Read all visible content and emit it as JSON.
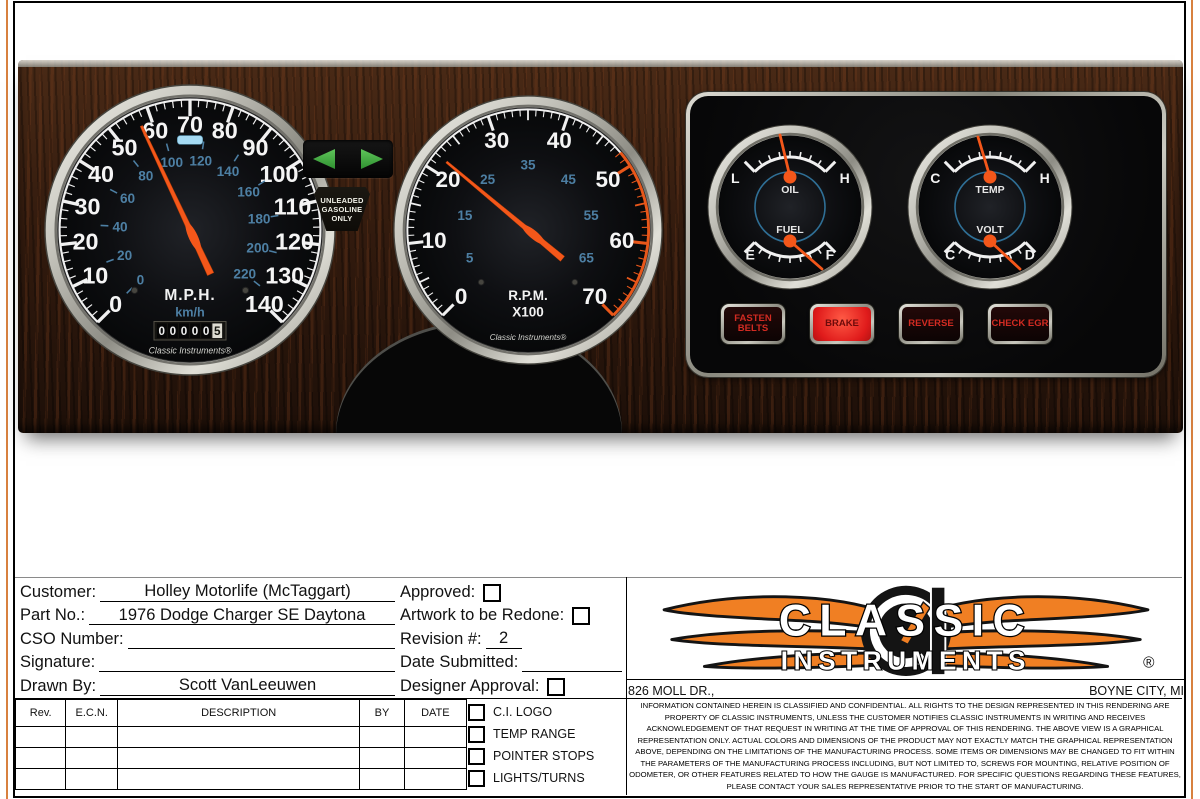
{
  "cluster": {
    "speedometer": {
      "type": "gauge",
      "unit": "M.P.H.",
      "secondary_unit": "km/h",
      "min": 0,
      "max": 140,
      "label_step": 10,
      "minor_step": 2,
      "start_deg": -135,
      "sweep_deg": 270,
      "labels": [
        0,
        10,
        20,
        30,
        40,
        50,
        60,
        70,
        80,
        90,
        100,
        110,
        120,
        130,
        140
      ],
      "kmh_labels": [
        0,
        20,
        40,
        60,
        80,
        100,
        120,
        140,
        160,
        180,
        200,
        220
      ],
      "needle_value": 57,
      "odometer_digits": [
        "0",
        "0",
        "0",
        "0",
        "0",
        "5"
      ],
      "brand": "Classic Instruments",
      "high_beam": "#a5daf3"
    },
    "tachometer": {
      "type": "gauge",
      "unit_line1": "R.P.M.",
      "unit_line2": "X100",
      "min": 0,
      "max": 70,
      "label_step": 10,
      "minor_step": 1,
      "half_step": 5,
      "start_deg": -135,
      "sweep_deg": 270,
      "labels": [
        0,
        10,
        20,
        30,
        40,
        50,
        60,
        70
      ],
      "minor_labels": [
        5,
        15,
        25,
        35,
        45,
        55,
        65
      ],
      "redline_from": 48,
      "needle_value": 22,
      "brand": "Classic Instruments"
    },
    "oil_fuel": {
      "top": {
        "label": "OIL",
        "left": "L",
        "right": "H",
        "needle_tip": [
          -10,
          -72
        ]
      },
      "bottom": {
        "label": "FUEL",
        "left": "E",
        "right": "F",
        "needle_tip": [
          32,
          62
        ]
      }
    },
    "temp_volt": {
      "top": {
        "label": "TEMP",
        "left": "C",
        "right": "H",
        "needle_tip": [
          -12,
          -70
        ]
      },
      "bottom": {
        "label": "VOLT",
        "left": "C",
        "right": "D",
        "needle_tip": [
          30,
          62
        ]
      }
    },
    "fuel_badge": [
      "UNLEADED",
      "GASOLINE",
      "ONLY"
    ],
    "warning_lights": [
      {
        "label": "FASTEN BELTS",
        "lit": false
      },
      {
        "label": "BRAKE",
        "lit": true
      },
      {
        "label": "REVERSE",
        "lit": false
      },
      {
        "label": "CHECK EGR",
        "lit": false
      }
    ],
    "colors": {
      "needle": "#f4571a",
      "scale_blue": "#4d7fa3",
      "redline": "#e8571a",
      "arrow_green": "#4db848",
      "wood_dark": "#1d0f08"
    }
  },
  "title_block": {
    "fields": [
      {
        "label": "Customer:",
        "value": "Holley Motorlife (McTaggart)"
      },
      {
        "label": "Part No.:",
        "value": "1976 Dodge Charger SE Daytona"
      },
      {
        "label": "CSO Number:",
        "value": ""
      },
      {
        "label": "Signature:",
        "value": ""
      },
      {
        "label": "Drawn By:",
        "value": "Scott VanLeeuwen"
      }
    ],
    "approvals": [
      {
        "label": "Approved:",
        "type": "checkbox",
        "checked": false
      },
      {
        "label": "Artwork to be Redone:",
        "type": "checkbox",
        "checked": false
      },
      {
        "label": "Revision #:",
        "value": "2"
      },
      {
        "label": "Date Submitted:",
        "value": ""
      },
      {
        "label": "Designer Approval:",
        "type": "checkbox",
        "checked": false
      }
    ],
    "revision_table": {
      "headers": [
        "Rev.",
        "E.C.N.",
        "DESCRIPTION",
        "BY",
        "DATE"
      ],
      "empty_rows": 3
    },
    "options": [
      "C.I. LOGO",
      "TEMP RANGE",
      "POINTER STOPS",
      "LIGHTS/TURNS"
    ],
    "logo": {
      "word1": "CLASSIC",
      "word2": "INSTRUMENTS",
      "registered": "®"
    },
    "address_left": "826 MOLL DR.,",
    "address_right": "BOYNE CITY, MI",
    "disclaimer": "INFORMATION CONTAINED HEREIN IS CLASSIFIED AND CONFIDENTIAL. ALL RIGHTS TO THE DESIGN REPRESENTED IN THIS RENDERING ARE PROPERTY OF CLASSIC INSTRUMENTS, UNLESS THE CUSTOMER NOTIFIES CLASSIC INSTRUMENTS IN WRITING AND RECEIVES ACKNOWLEDGEMENT OF THAT REQUEST IN WRITING AT THE TIME OF APPROVAL OF THIS RENDERING.  THE ABOVE VIEW IS A GRAPHICAL REPRESENTATION ONLY. ACTUAL COLORS AND DIMENSIONS OF THE PRODUCT MAY NOT EXACTLY MATCH THE GRAPHICAL REPRESENTATION ABOVE, DEPENDING ON THE LIMITATIONS OF THE MANUFACTURING PROCESS. SOME ITEMS OR DIMENSIONS MAY BE CHANGED TO FIT WITHIN THE PARAMETERS OF THE MANUFACTURING PROCESS INCLUDING, BUT NOT LIMITED TO, SCREWS FOR MOUNTING, RELATIVE POSITION OF ODOMETER, OR OTHER FEATURES RELATED TO HOW THE GAUGE IS MANUFACTURED. FOR SPECIFIC QUESTIONS REGARDING THESE FEATURES, PLEASE CONTACT YOUR SALES REPRESENTATIVE PRIOR TO THE START OF MANUFACTURING."
  }
}
